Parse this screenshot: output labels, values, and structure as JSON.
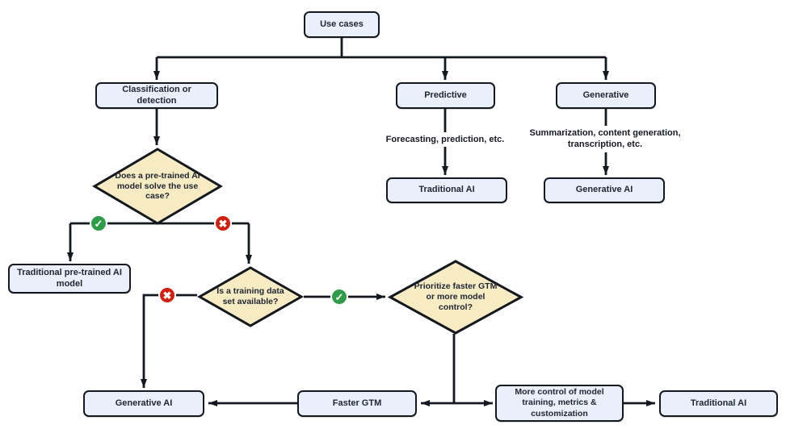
{
  "diagram": {
    "title": "AI use-case decision flowchart",
    "colors": {
      "box_fill": "#e9effb",
      "box_border": "#14181f",
      "diamond_fill": "#f7ebc4",
      "line": "#14181f",
      "yes_green": "#2e9c48",
      "no_red": "#d0200f",
      "text": "#202732"
    },
    "nodes": {
      "use_cases": "Use cases",
      "classification": "Classification or detection",
      "predictive": "Predictive",
      "generative": "Generative",
      "traditional_ai_predictive": "Traditional AI",
      "generative_ai_generative": "Generative AI",
      "traditional_pretrained": "Traditional pre-trained AI model",
      "generative_ai_bottom": "Generative AI",
      "faster_gtm": "Faster GTM",
      "more_control": "More control of model training, metrics & customization",
      "traditional_ai_bottom": "Traditional AI"
    },
    "decisions": {
      "pretrained_solve": "Does a pre-trained AI model solve the use case?",
      "training_data": "Is a training data set available?",
      "prioritize": "Prioritize faster GTM or more model control?"
    },
    "annotations": {
      "predictive_examples": "Forecasting, prediction, etc.",
      "generative_examples": "Summarization, content generation, transcription, etc."
    },
    "badges": {
      "yes": "✓",
      "no": "✖"
    }
  }
}
